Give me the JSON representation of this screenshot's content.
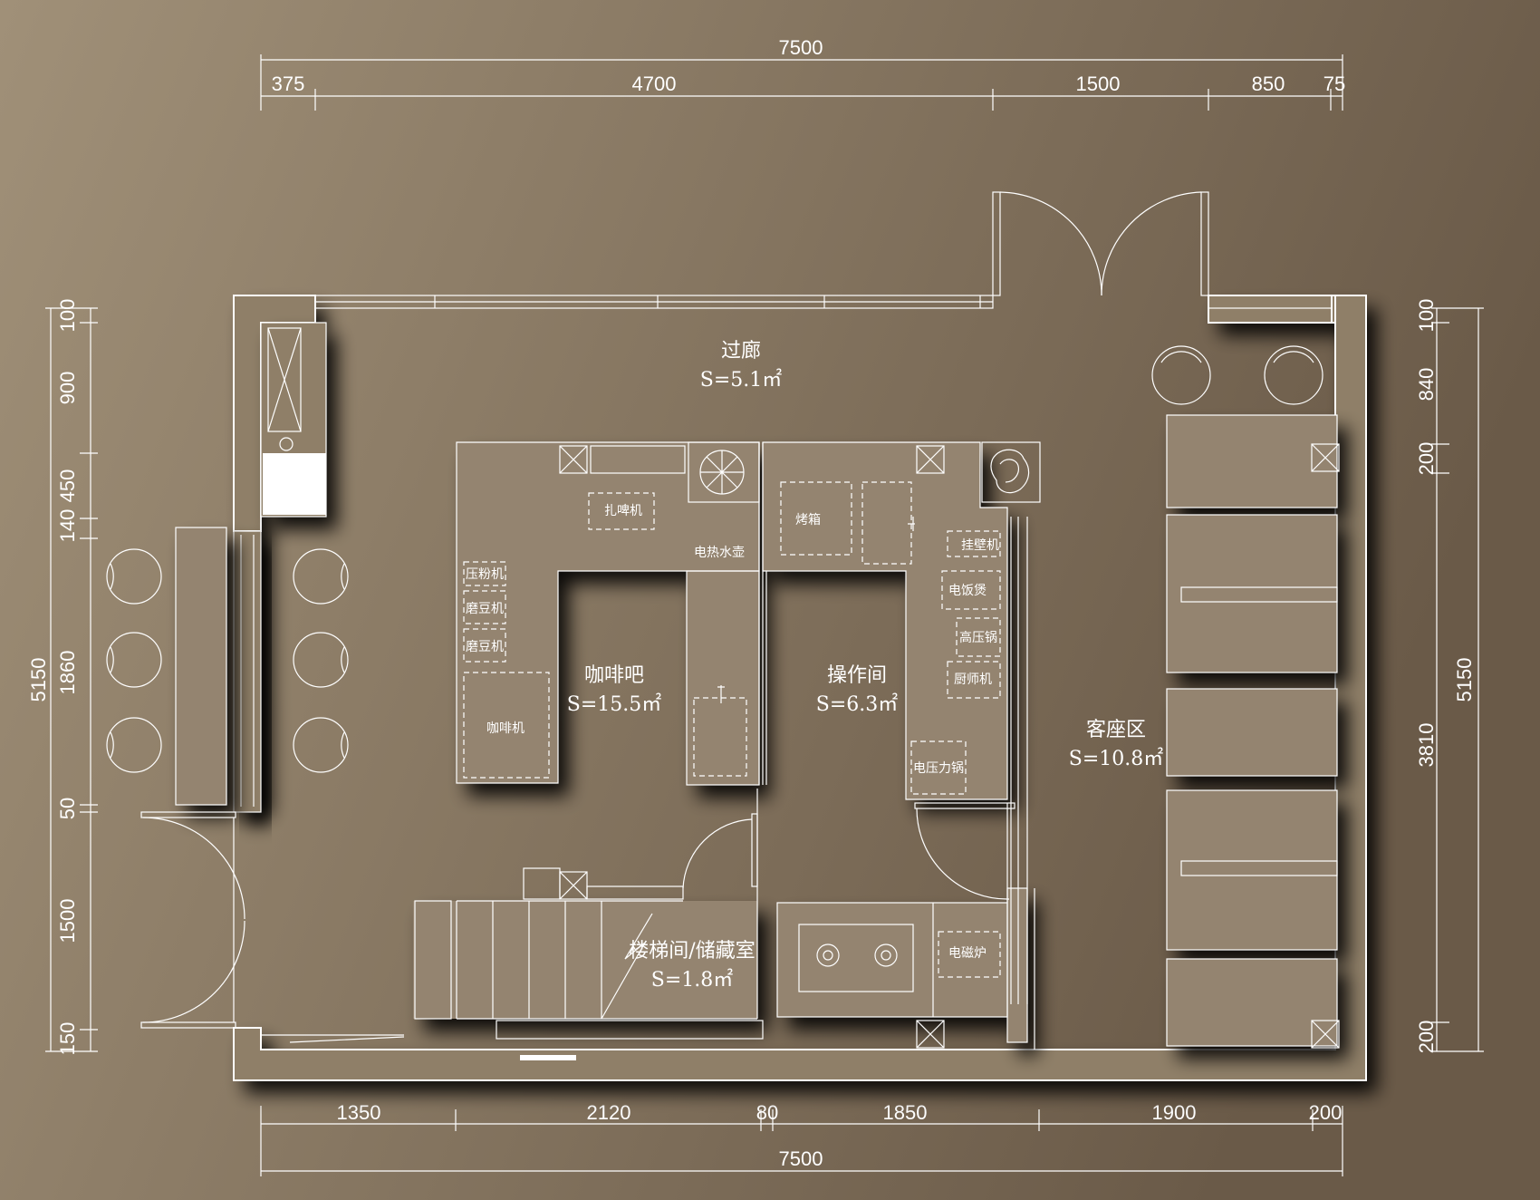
{
  "colors": {
    "bg_light": "#a09078",
    "bg_dark": "#6a5a48",
    "wall": "#8f7f67",
    "counter": "#948470",
    "line": "#ffffff",
    "shadow": "#000000"
  },
  "dimensions": {
    "top_total": "7500",
    "top_segments": [
      "375",
      "4700",
      "1500",
      "850",
      "75"
    ],
    "bottom_segments": [
      "1350",
      "2120",
      "80",
      "1850",
      "1900",
      "200"
    ],
    "bottom_total": "7500",
    "left_total": "5150",
    "left_segments": [
      "100",
      "900",
      "450",
      "140",
      "1860",
      "50",
      "1500",
      "150"
    ],
    "right_total": "5150",
    "right_segments": [
      "100",
      "840",
      "200",
      "3810",
      "200"
    ]
  },
  "rooms": [
    {
      "name": "过廊",
      "area": "S=5.1㎡"
    },
    {
      "name": "咖啡吧",
      "area": "S=15.5㎡"
    },
    {
      "name": "操作间",
      "area": "S=6.3㎡"
    },
    {
      "name": "客座区",
      "area": "S=10.8㎡"
    },
    {
      "name": "楼梯间/储藏室",
      "area": "S=1.8㎡"
    }
  ],
  "equipment": {
    "zhapi": "扎啤机",
    "kettle": "电热水壶",
    "yafen": "压粉机",
    "modou1": "磨豆机",
    "modou2": "磨豆机",
    "coffee": "咖啡机",
    "oven": "烤箱",
    "guabi": "挂壁机",
    "ricecooker": "电饭煲",
    "pressure": "高压锅",
    "chef": "厨师机",
    "epressure": "电压力锅",
    "induction": "电磁炉"
  }
}
